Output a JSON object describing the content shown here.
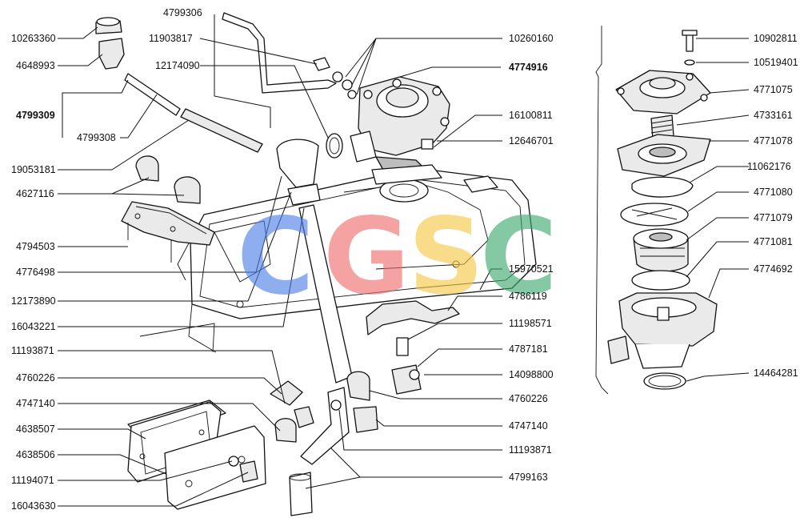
{
  "watermark": {
    "letters": [
      {
        "text": "C",
        "color": "#4a7ee8"
      },
      {
        "text": "G",
        "color": "#ef6a6a"
      },
      {
        "text": "S",
        "color": "#f5c842"
      },
      {
        "text": "C",
        "color": "#3aa76d"
      }
    ]
  },
  "labels_left": [
    "10263360",
    "4648993",
    "4799309",
    "4799308",
    "19053181",
    "4627116",
    "4794503",
    "4776498",
    "12173890",
    "16043221",
    "11193871",
    "4760226",
    "4747140",
    "4638507",
    "4638506",
    "11194071",
    "16043630"
  ],
  "labels_top": [
    "4799306",
    "11903817",
    "12174090"
  ],
  "labels_middle": [
    "10260160",
    "4774916",
    "16100811",
    "12646701",
    "15970521",
    "4786119",
    "11198571",
    "4787181",
    "14098800",
    "4760226",
    "4747140",
    "11193871",
    "4799163"
  ],
  "labels_right": [
    "10902811",
    "10519401",
    "4771075",
    "4733161",
    "4771078",
    "11062176",
    "4771080",
    "4771079",
    "4771081",
    "4774692",
    "14464281"
  ]
}
